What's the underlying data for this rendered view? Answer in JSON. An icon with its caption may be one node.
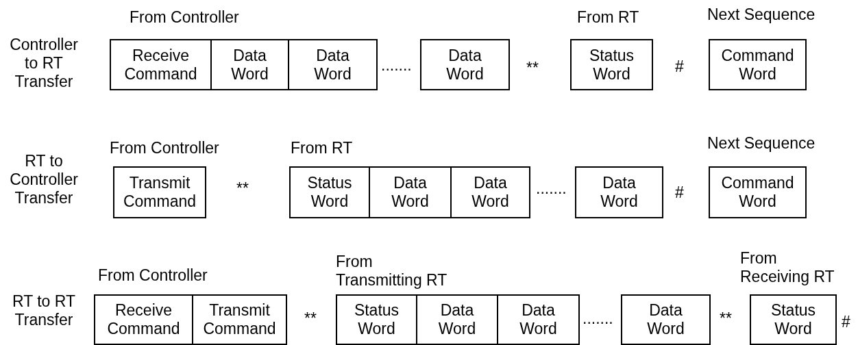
{
  "diagram": {
    "nodes": [
      {
        "text": [
          "Receive Command"
        ]
      },
      {
        "text": [
          "Data Word"
        ]
      },
      {
        "text": [
          "Data Word"
        ]
      },
      {
        "text": [
          "Data Word"
        ]
      },
      {
        "text": [
          "Status Word"
        ]
      },
      {
        "text": [
          "Command Word"
        ]
      },
      {
        "text": [
          "Transmit Command"
        ]
      },
      {
        "text": [
          "Status Word"
        ]
      },
      {
        "text": [
          "Data Word"
        ]
      },
      {
        "text": [
          "Data Word"
        ]
      },
      {
        "text": [
          "Data Word"
        ]
      },
      {
        "text": [
          "Command Word"
        ]
      },
      {
        "text": [
          "Receive Command"
        ]
      },
      {
        "text": [
          "Transmit Command"
        ]
      },
      {
        "text": [
          "Status Word"
        ]
      },
      {
        "text": [
          "Data Word"
        ]
      },
      {
        "text": [
          "Data Word"
        ]
      },
      {
        "text": [
          "Data Word"
        ]
      },
      {
        "text": [
          "Status Word"
        ]
      }
    ],
    "labels": [
      "From Controller",
      "From RT",
      "Next Sequence",
      "Controller to RT Transfer",
      ".......",
      "**",
      "#",
      "From Controller",
      "From RT",
      "Next Sequence",
      "RT to Controller Transfer",
      "**",
      ".......",
      "#",
      "From Transmitting RT",
      "From Receiving RT",
      "From Controller",
      "RT to RT Transfer",
      "**",
      ".......",
      "**",
      "#"
    ]
  }
}
